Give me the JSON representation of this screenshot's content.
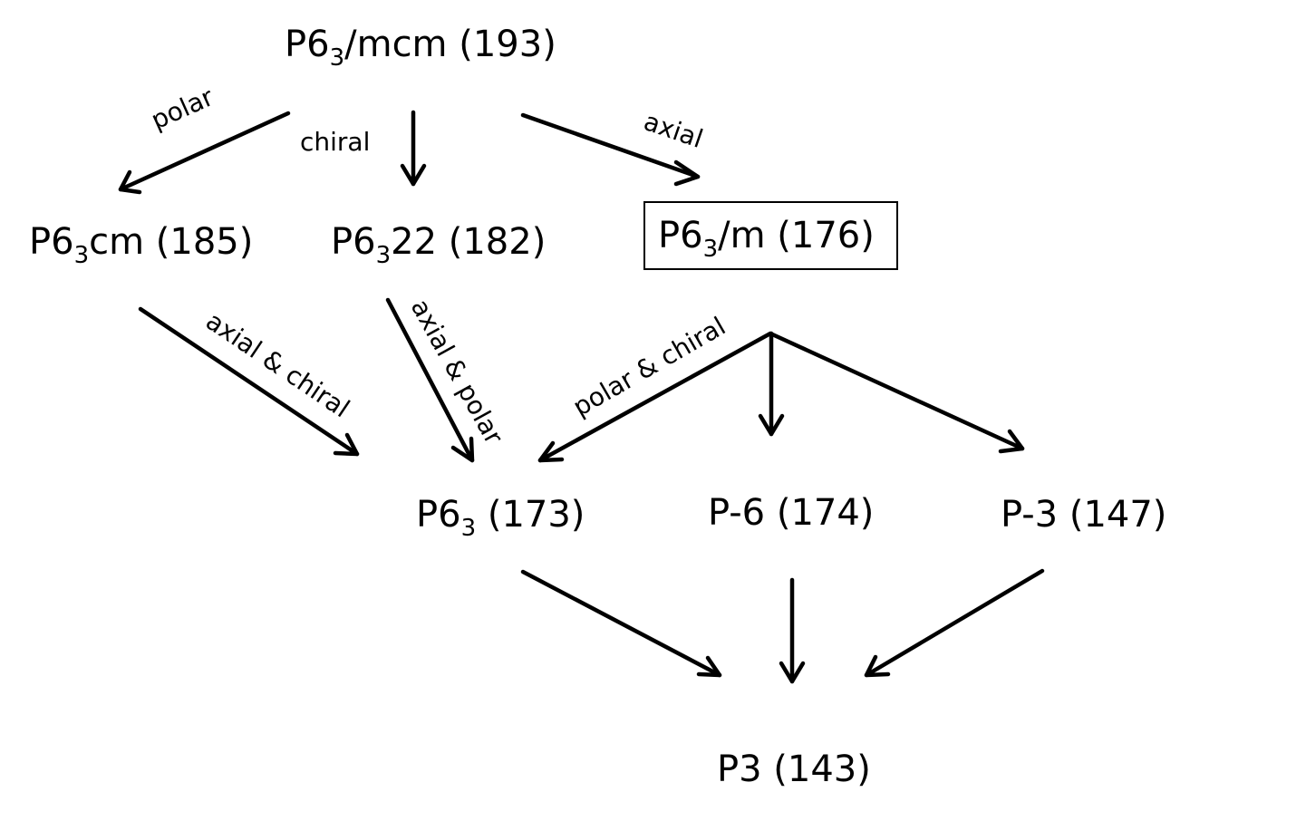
{
  "nodes": {
    "p63mcm": {
      "base": "P6",
      "sub": "3",
      "rest": "/mcm (193)"
    },
    "p63cm": {
      "base": "P6",
      "sub": "3",
      "rest": "cm (185)"
    },
    "p6322": {
      "base": "P6",
      "sub": "3",
      "rest": "22 (182)"
    },
    "p63m": {
      "base": "P6",
      "sub": "3",
      "rest": "/m (176)"
    },
    "p63": {
      "base": "P6",
      "sub": "3",
      "rest": " (173)"
    },
    "pm6": {
      "text": "P-6 (174)"
    },
    "pm3": {
      "text": "P-3 (147)"
    },
    "p3": {
      "text": "P3 (143)"
    }
  },
  "edge_labels": {
    "polar": "polar",
    "chiral": "chiral",
    "axial": "axial",
    "axial_chiral": "axial & chiral",
    "axial_polar": "axial & polar",
    "polar_chiral": "polar & chiral"
  },
  "colors": {
    "stroke": "#000000",
    "background": "#ffffff"
  }
}
